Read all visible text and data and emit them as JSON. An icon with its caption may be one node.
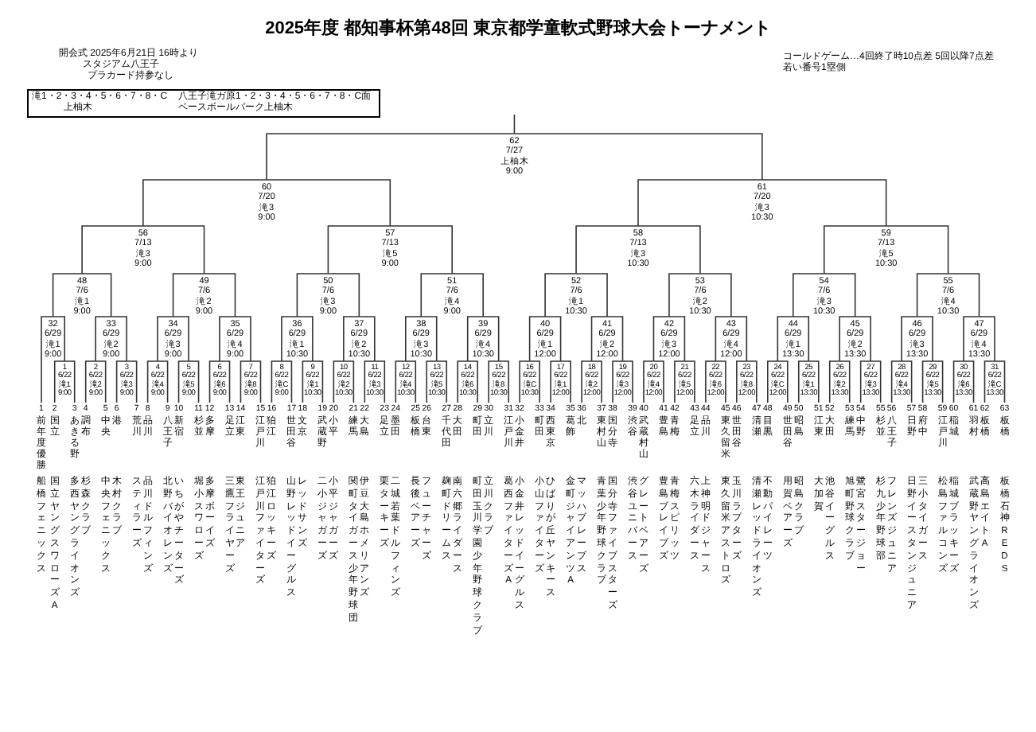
{
  "diagram": {
    "title": "2025年度 都知事杯第48回 東京都学童軟式野球大会トーナメント",
    "nodes": [
      {
        "text": [
          "62",
          "7/27",
          "上柚木",
          "9:00"
        ]
      },
      {
        "text": [
          "60",
          "7/20",
          "滝3",
          "9:00"
        ]
      },
      {
        "text": [
          "61",
          "7/20",
          "滝3",
          "10:30"
        ]
      },
      {
        "text": [
          "56",
          "7/13",
          "滝3",
          "9:00"
        ]
      },
      {
        "text": [
          "57",
          "7/13",
          "滝5",
          "9:00"
        ]
      },
      {
        "text": [
          "58",
          "7/13",
          "滝3",
          "10:30"
        ]
      },
      {
        "text": [
          "59",
          "7/13",
          "滝5",
          "10:30"
        ]
      },
      {
        "text": [
          "48",
          "7/6",
          "滝1",
          "9:00"
        ]
      },
      {
        "text": [
          "49",
          "7/6",
          "滝2",
          "9:00"
        ]
      },
      {
        "text": [
          "50",
          "7/6",
          "滝3",
          "9:00"
        ]
      },
      {
        "text": [
          "51",
          "7/6",
          "滝4",
          "9:00"
        ]
      },
      {
        "text": [
          "52",
          "7/6",
          "滝1",
          "10:30"
        ]
      },
      {
        "text": [
          "53",
          "7/6",
          "滝2",
          "10:30"
        ]
      },
      {
        "text": [
          "54",
          "7/6",
          "滝3",
          "10:30"
        ]
      },
      {
        "text": [
          "55",
          "7/6",
          "滝4",
          "10:30"
        ]
      },
      {
        "text": [
          "32",
          "6/29",
          "滝1",
          "9:00"
        ]
      },
      {
        "text": [
          "33",
          "6/29",
          "滝2",
          "9:00"
        ]
      },
      {
        "text": [
          "34",
          "6/29",
          "滝3",
          "9:00"
        ]
      },
      {
        "text": [
          "35",
          "6/29",
          "滝4",
          "9:00"
        ]
      },
      {
        "text": [
          "36",
          "6/29",
          "滝1",
          "10:30"
        ]
      },
      {
        "text": [
          "37",
          "6/29",
          "滝2",
          "10:30"
        ]
      },
      {
        "text": [
          "38",
          "6/29",
          "滝3",
          "10:30"
        ]
      },
      {
        "text": [
          "39",
          "6/29",
          "滝4",
          "10:30"
        ]
      },
      {
        "text": [
          "40",
          "6/29",
          "滝1",
          "12:00"
        ]
      },
      {
        "text": [
          "41",
          "6/29",
          "滝2",
          "12:00"
        ]
      },
      {
        "text": [
          "42",
          "6/29",
          "滝3",
          "12:00"
        ]
      },
      {
        "text": [
          "43",
          "6/29",
          "滝4",
          "12:00"
        ]
      },
      {
        "text": [
          "44",
          "6/29",
          "滝1",
          "13:30"
        ]
      },
      {
        "text": [
          "45",
          "6/29",
          "滝2",
          "13:30"
        ]
      },
      {
        "text": [
          "46",
          "6/29",
          "滝3",
          "13:30"
        ]
      },
      {
        "text": [
          "47",
          "6/29",
          "滝4",
          "13:30"
        ]
      },
      {
        "text": [
          "1",
          "6/22",
          "滝1",
          "9:00"
        ]
      },
      {
        "text": [
          "2",
          "6/22",
          "滝2",
          "9:00"
        ]
      },
      {
        "text": [
          "3",
          "6/22",
          "滝3",
          "9:00"
        ]
      },
      {
        "text": [
          "4",
          "6/22",
          "滝4",
          "9:00"
        ]
      },
      {
        "text": [
          "5",
          "6/22",
          "滝5",
          "9:00"
        ]
      },
      {
        "text": [
          "6",
          "6/22",
          "滝6",
          "9:00"
        ]
      },
      {
        "text": [
          "7",
          "6/22",
          "滝8",
          "9:00"
        ]
      },
      {
        "text": [
          "8",
          "6/22",
          "滝C",
          "9:00"
        ]
      },
      {
        "text": [
          "9",
          "6/22",
          "滝1",
          "10:30"
        ]
      },
      {
        "text": [
          "10",
          "6/22",
          "滝2",
          "10:30"
        ]
      },
      {
        "text": [
          "11",
          "6/22",
          "滝3",
          "10:30"
        ]
      },
      {
        "text": [
          "12",
          "6/22",
          "滝4",
          "10:30"
        ]
      },
      {
        "text": [
          "13",
          "6/22",
          "滝5",
          "10:30"
        ]
      },
      {
        "text": [
          "14",
          "6/22",
          "滝6",
          "10:30"
        ]
      },
      {
        "text": [
          "15",
          "6/22",
          "滝8",
          "10:30"
        ]
      },
      {
        "text": [
          "16",
          "6/22",
          "滝C",
          "10:30"
        ]
      },
      {
        "text": [
          "17",
          "6/22",
          "滝1",
          "12:00"
        ]
      },
      {
        "text": [
          "18",
          "6/22",
          "滝2",
          "12:00"
        ]
      },
      {
        "text": [
          "19",
          "6/22",
          "滝3",
          "12:00"
        ]
      },
      {
        "text": [
          "20",
          "6/22",
          "滝4",
          "12:00"
        ]
      },
      {
        "text": [
          "21",
          "6/22",
          "滝5",
          "12:00"
        ]
      },
      {
        "text": [
          "22",
          "6/22",
          "滝6",
          "12:00"
        ]
      },
      {
        "text": [
          "23",
          "6/22",
          "滝8",
          "12:00"
        ]
      },
      {
        "text": [
          "24",
          "6/22",
          "滝C",
          "12:00"
        ]
      },
      {
        "text": [
          "25",
          "6/22",
          "滝1",
          "13:30"
        ]
      },
      {
        "text": [
          "26",
          "6/22",
          "滝2",
          "13:30"
        ]
      },
      {
        "text": [
          "27",
          "6/22",
          "滝3",
          "13:30"
        ]
      },
      {
        "text": [
          "28",
          "6/22",
          "滝4",
          "13:30"
        ]
      },
      {
        "text": [
          "29",
          "6/22",
          "滝5",
          "13:30"
        ]
      },
      {
        "text": [
          "30",
          "6/22",
          "滝6",
          "13:30"
        ]
      },
      {
        "text": [
          "31",
          "6/22",
          "滝C",
          "13:30"
        ]
      },
      {
        "text": [
          "1",
          "前年度優勝",
          "船橋フェニックス"
        ]
      },
      {
        "text": [
          "2",
          "国立",
          "国立ヤングスワローズA"
        ]
      },
      {
        "text": [
          "3",
          "あきる野",
          "多西ヤングライオンズ"
        ]
      },
      {
        "text": [
          "4",
          "調布",
          "杉森クラブ"
        ]
      },
      {
        "text": [
          "5",
          "中央",
          "中央フェニックス"
        ]
      },
      {
        "text": [
          "6",
          "港",
          "木村クラブ"
        ]
      },
      {
        "text": [
          "7",
          "荒川",
          "スティラーズ"
        ]
      },
      {
        "text": [
          "8",
          "品川",
          "品川ドルフィンズ"
        ]
      },
      {
        "text": [
          "9",
          "八王子",
          "北野バイオレンズ"
        ]
      },
      {
        "text": [
          "10",
          "新宿",
          "いちがやチーターズ"
        ]
      },
      {
        "text": [
          "11",
          "杉並",
          "堀小スワローズ"
        ]
      },
      {
        "text": [
          "12",
          "多摩",
          "多摩ボーイズ"
        ]
      },
      {
        "text": [
          "13",
          "足立",
          "三鷹フライヤーズ"
        ]
      },
      {
        "text": [
          "14",
          "江東",
          "東王ジュニア"
        ]
      },
      {
        "text": [
          "15",
          "江戸川",
          "江戸川ファイターズ"
        ]
      },
      {
        "text": [
          "16",
          "狛江",
          "狛江ロッキーズ"
        ]
      },
      {
        "text": [
          "17",
          "世田谷",
          "山野レッドイーグルス"
        ]
      },
      {
        "text": [
          "18",
          "文京",
          "レッドサンズ"
        ]
      },
      {
        "text": [
          "19",
          "武蔵野",
          "二小ジャガーズ"
        ]
      },
      {
        "text": [
          "20",
          "小平",
          "小平ジャガーズ"
        ]
      },
      {
        "text": [
          "21",
          "練馬",
          "関町タイガース少年野球団"
        ]
      },
      {
        "text": [
          "22",
          "大島",
          "伊豆大島ホメリアンズ"
        ]
      },
      {
        "text": [
          "23",
          "足立",
          "栗ターキーズ"
        ]
      },
      {
        "text": [
          "24",
          "墨田",
          "二城若葉ドルフィンズ"
        ]
      },
      {
        "text": [
          "25",
          "板橋",
          "長後ベアーズ"
        ]
      },
      {
        "text": [
          "26",
          "台東",
          "フューチャーズ"
        ]
      },
      {
        "text": [
          "27",
          "千代田",
          "麹町ドリームス"
        ]
      },
      {
        "text": [
          "28",
          "大田",
          "南六郷ライダース"
        ]
      },
      {
        "text": [
          "29",
          "町田",
          "町田玉川学園少年野球クラブ"
        ]
      },
      {
        "text": [
          "30",
          "立川",
          "立川クラブ"
        ]
      },
      {
        "text": [
          "31",
          "江戸川",
          "葛西ファイターズA"
        ]
      },
      {
        "text": [
          "32",
          "小金井",
          "小金井レッドイーグルス"
        ]
      },
      {
        "text": [
          "33",
          "町田",
          "小山ファイターズ"
        ]
      },
      {
        "text": [
          "34",
          "西東京",
          "ひばりが丘ヤンキース"
        ]
      },
      {
        "text": [
          "35",
          "葛飾",
          "金町ジャイアンツA"
        ]
      },
      {
        "text": [
          "36",
          "北",
          "マッハブレーブス"
        ]
      },
      {
        "text": [
          "37",
          "東村山",
          "青葉少年野球クラブ"
        ]
      },
      {
        "text": [
          "38",
          "国分寺",
          "国分寺ファイブスターズ"
        ]
      },
      {
        "text": [
          "39",
          "渋谷",
          "渋谷ユニバース"
        ]
      },
      {
        "text": [
          "40",
          "武蔵村山",
          "グレートベアーズ"
        ]
      },
      {
        "text": [
          "41",
          "豊島",
          "豊島ブレイブズ"
        ]
      },
      {
        "text": [
          "42",
          "青梅",
          "青梅スピリッツ"
        ]
      },
      {
        "text": [
          "43",
          "足立",
          "六木ライダース"
        ]
      },
      {
        "text": [
          "44",
          "品川",
          "上神明ドジャース"
        ]
      },
      {
        "text": [
          "45",
          "東久留米",
          "東久留米アストロズ"
        ]
      },
      {
        "text": [
          "46",
          "世田谷",
          "玉川ラプターズ"
        ]
      },
      {
        "text": [
          "47",
          "清瀬",
          "清瀬レッドライオンズ"
        ]
      },
      {
        "text": [
          "48",
          "目黒",
          "不動パイレーツ"
        ]
      },
      {
        "text": [
          "49",
          "世田谷",
          "用賀ベアーズ"
        ]
      },
      {
        "text": [
          "50",
          "昭島",
          "昭島クラブ"
        ]
      },
      {
        "text": [
          "51",
          "江東",
          "大加賀"
        ]
      },
      {
        "text": [
          "52",
          "大田",
          "池谷イーグルス"
        ]
      },
      {
        "text": [
          "53",
          "練馬",
          "旭町野球クラブ"
        ]
      },
      {
        "text": [
          "54",
          "中野",
          "鷺宮スタージョー"
        ]
      },
      {
        "text": [
          "55",
          "杉並",
          "杉九少年野球部"
        ]
      },
      {
        "text": [
          "56",
          "八王子",
          "フレンズジュニア"
        ]
      },
      {
        "text": [
          "57",
          "日野",
          "日野イースタンジュニア"
        ]
      },
      {
        "text": [
          "58",
          "府中",
          "三小タイガース"
        ]
      },
      {
        "text": [
          "59",
          "江戸川",
          "松島ファルコンズ"
        ]
      },
      {
        "text": [
          "60",
          "稲城",
          "稲城ブラッキーズ"
        ]
      },
      {
        "text": [
          "61",
          "羽村",
          "武蔵野ヤングライオンズ"
        ]
      },
      {
        "text": [
          "62",
          "板橋",
          "高島エイトA"
        ]
      },
      {
        "text": [
          "63",
          "板橋",
          "板橋石神REDS"
        ]
      }
    ],
    "edges": [
      {
        "from": 0,
        "to": null,
        "arrow": "none"
      },
      {
        "from": 1,
        "to": 0,
        "arrow": "none"
      },
      {
        "from": 2,
        "to": 0,
        "arrow": "none"
      },
      {
        "from": 3,
        "to": 1,
        "arrow": "none"
      },
      {
        "from": 4,
        "to": 1,
        "arrow": "none"
      },
      {
        "from": 5,
        "to": 2,
        "arrow": "none"
      },
      {
        "from": 6,
        "to": 2,
        "arrow": "none"
      },
      {
        "from": 7,
        "to": 3,
        "arrow": "none"
      },
      {
        "from": 8,
        "to": 3,
        "arrow": "none"
      },
      {
        "from": 9,
        "to": 4,
        "arrow": "none"
      },
      {
        "from": 10,
        "to": 4,
        "arrow": "none"
      },
      {
        "from": 11,
        "to": 5,
        "arrow": "none"
      },
      {
        "from": 12,
        "to": 5,
        "arrow": "none"
      },
      {
        "from": 13,
        "to": 6,
        "arrow": "none"
      },
      {
        "from": 14,
        "to": 6,
        "arrow": "none"
      },
      {
        "from": 15,
        "to": 7,
        "arrow": "none"
      },
      {
        "from": 16,
        "to": 7,
        "arrow": "none"
      },
      {
        "from": 17,
        "to": 8,
        "arrow": "none"
      },
      {
        "from": 18,
        "to": 8,
        "arrow": "none"
      },
      {
        "from": 19,
        "to": 9,
        "arrow": "none"
      },
      {
        "from": 20,
        "to": 9,
        "arrow": "none"
      },
      {
        "from": 21,
        "to": 10,
        "arrow": "none"
      },
      {
        "from": 22,
        "to": 10,
        "arrow": "none"
      },
      {
        "from": 23,
        "to": 11,
        "arrow": "none"
      },
      {
        "from": 24,
        "to": 11,
        "arrow": "none"
      },
      {
        "from": 25,
        "to": 12,
        "arrow": "none"
      },
      {
        "from": 26,
        "to": 12,
        "arrow": "none"
      },
      {
        "from": 27,
        "to": 13,
        "arrow": "none"
      },
      {
        "from": 28,
        "to": 13,
        "arrow": "none"
      },
      {
        "from": 29,
        "to": 14,
        "arrow": "none"
      },
      {
        "from": 30,
        "to": 14,
        "arrow": "none"
      },
      {
        "from": 62,
        "to": 15,
        "arrow": "none"
      },
      {
        "from": 31,
        "to": 15,
        "arrow": "none"
      },
      {
        "from": 32,
        "to": 16,
        "arrow": "none"
      },
      {
        "from": 33,
        "to": 16,
        "arrow": "none"
      },
      {
        "from": 34,
        "to": 17,
        "arrow": "none"
      },
      {
        "from": 35,
        "to": 17,
        "arrow": "none"
      },
      {
        "from": 36,
        "to": 18,
        "arrow": "none"
      },
      {
        "from": 37,
        "to": 18,
        "arrow": "none"
      },
      {
        "from": 38,
        "to": 19,
        "arrow": "none"
      },
      {
        "from": 39,
        "to": 19,
        "arrow": "none"
      },
      {
        "from": 40,
        "to": 20,
        "arrow": "none"
      },
      {
        "from": 41,
        "to": 20,
        "arrow": "none"
      },
      {
        "from": 42,
        "to": 21,
        "arrow": "none"
      },
      {
        "from": 43,
        "to": 21,
        "arrow": "none"
      },
      {
        "from": 44,
        "to": 22,
        "arrow": "none"
      },
      {
        "from": 45,
        "to": 22,
        "arrow": "none"
      },
      {
        "from": 46,
        "to": 23,
        "arrow": "none"
      },
      {
        "from": 47,
        "to": 23,
        "arrow": "none"
      },
      {
        "from": 48,
        "to": 24,
        "arrow": "none"
      },
      {
        "from": 49,
        "to": 24,
        "arrow": "none"
      },
      {
        "from": 50,
        "to": 25,
        "arrow": "none"
      },
      {
        "from": 51,
        "to": 25,
        "arrow": "none"
      },
      {
        "from": 52,
        "to": 26,
        "arrow": "none"
      },
      {
        "from": 53,
        "to": 26,
        "arrow": "none"
      },
      {
        "from": 54,
        "to": 27,
        "arrow": "none"
      },
      {
        "from": 55,
        "to": 27,
        "arrow": "none"
      },
      {
        "from": 56,
        "to": 28,
        "arrow": "none"
      },
      {
        "from": 57,
        "to": 28,
        "arrow": "none"
      },
      {
        "from": 58,
        "to": 29,
        "arrow": "none"
      },
      {
        "from": 59,
        "to": 29,
        "arrow": "none"
      },
      {
        "from": 60,
        "to": 30,
        "arrow": "none"
      },
      {
        "from": 61,
        "to": 30,
        "arrow": "none"
      },
      {
        "from": 63,
        "to": 31,
        "arrow": "none"
      },
      {
        "from": 64,
        "to": 31,
        "arrow": "none"
      },
      {
        "from": 65,
        "to": 32,
        "arrow": "none"
      },
      {
        "from": 66,
        "to": 32,
        "arrow": "none"
      },
      {
        "from": 67,
        "to": 33,
        "arrow": "none"
      },
      {
        "from": 68,
        "to": 33,
        "arrow": "none"
      },
      {
        "from": 69,
        "to": 34,
        "arrow": "none"
      },
      {
        "from": 70,
        "to": 34,
        "arrow": "none"
      },
      {
        "from": 71,
        "to": 35,
        "arrow": "none"
      },
      {
        "from": 72,
        "to": 35,
        "arrow": "none"
      },
      {
        "from": 73,
        "to": 36,
        "arrow": "none"
      },
      {
        "from": 74,
        "to": 36,
        "arrow": "none"
      },
      {
        "from": 75,
        "to": 37,
        "arrow": "none"
      },
      {
        "from": 76,
        "to": 37,
        "arrow": "none"
      },
      {
        "from": 77,
        "to": 38,
        "arrow": "none"
      },
      {
        "from": 78,
        "to": 38,
        "arrow": "none"
      },
      {
        "from": 79,
        "to": 39,
        "arrow": "none"
      },
      {
        "from": 80,
        "to": 39,
        "arrow": "none"
      },
      {
        "from": 81,
        "to": 40,
        "arrow": "none"
      },
      {
        "from": 82,
        "to": 40,
        "arrow": "none"
      },
      {
        "from": 83,
        "to": 41,
        "arrow": "none"
      },
      {
        "from": 84,
        "to": 41,
        "arrow": "none"
      },
      {
        "from": 85,
        "to": 42,
        "arrow": "none"
      },
      {
        "from": 86,
        "to": 42,
        "arrow": "none"
      },
      {
        "from": 87,
        "to": 43,
        "arrow": "none"
      },
      {
        "from": 88,
        "to": 43,
        "arrow": "none"
      },
      {
        "from": 89,
        "to": 44,
        "arrow": "none"
      },
      {
        "from": 90,
        "to": 44,
        "arrow": "none"
      },
      {
        "from": 91,
        "to": 45,
        "arrow": "none"
      },
      {
        "from": 92,
        "to": 45,
        "arrow": "none"
      },
      {
        "from": 93,
        "to": 46,
        "arrow": "none"
      },
      {
        "from": 94,
        "to": 46,
        "arrow": "none"
      },
      {
        "from": 95,
        "to": 47,
        "arrow": "none"
      },
      {
        "from": 96,
        "to": 47,
        "arrow": "none"
      },
      {
        "from": 97,
        "to": 48,
        "arrow": "none"
      },
      {
        "from": 98,
        "to": 48,
        "arrow": "none"
      },
      {
        "from": 99,
        "to": 49,
        "arrow": "none"
      },
      {
        "from": 100,
        "to": 49,
        "arrow": "none"
      },
      {
        "from": 101,
        "to": 50,
        "arrow": "none"
      },
      {
        "from": 102,
        "to": 50,
        "arrow": "none"
      },
      {
        "from": 103,
        "to": 51,
        "arrow": "none"
      },
      {
        "from": 104,
        "to": 51,
        "arrow": "none"
      },
      {
        "from": 105,
        "to": 52,
        "arrow": "none"
      },
      {
        "from": 106,
        "to": 52,
        "arrow": "none"
      },
      {
        "from": 107,
        "to": 53,
        "arrow": "none"
      },
      {
        "from": 108,
        "to": 53,
        "arrow": "none"
      },
      {
        "from": 109,
        "to": 54,
        "arrow": "none"
      },
      {
        "from": 110,
        "to": 54,
        "arrow": "none"
      },
      {
        "from": 111,
        "to": 55,
        "arrow": "none"
      },
      {
        "from": 112,
        "to": 55,
        "arrow": "none"
      },
      {
        "from": 113,
        "to": 56,
        "arrow": "none"
      },
      {
        "from": 114,
        "to": 56,
        "arrow": "none"
      },
      {
        "from": 115,
        "to": 57,
        "arrow": "none"
      },
      {
        "from": 116,
        "to": 57,
        "arrow": "none"
      },
      {
        "from": 117,
        "to": 58,
        "arrow": "none"
      },
      {
        "from": 118,
        "to": 58,
        "arrow": "none"
      },
      {
        "from": 119,
        "to": 59,
        "arrow": "none"
      },
      {
        "from": 120,
        "to": 59,
        "arrow": "none"
      },
      {
        "from": 121,
        "to": 60,
        "arrow": "none"
      },
      {
        "from": 122,
        "to": 60,
        "arrow": "none"
      },
      {
        "from": 123,
        "to": 61,
        "arrow": "none"
      },
      {
        "from": 124,
        "to": 61,
        "arrow": "none"
      }
    ],
    "labels": [
      "開会式 2025年6月21日 16時より",
      "スタジアム八王子",
      "プラカード持参なし",
      "コールドゲーム…4回終了時10点差 5回以降7点差",
      "若い番号1塁側",
      "滝1・2・3・4・5・6・7・8・C",
      "八王子滝ガ原1・2・3・4・5・6・7・8・C面",
      "上柚木",
      "ベースボールパーク上柚木"
    ]
  }
}
